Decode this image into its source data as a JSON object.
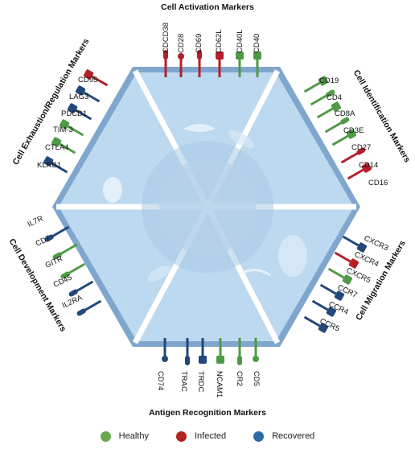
{
  "sections": {
    "top": "Cell Activation Markers",
    "top_right": "Cell Identification Markers",
    "bottom_right": "Cell Migration Markers",
    "bottom": "Antigen Recognition Markers",
    "bottom_left": "Cell Development Markers",
    "top_left": "Cell Exhaustion/Regulation Markers"
  },
  "markers": {
    "activation": [
      "CDCD38",
      "CD28",
      "CD69",
      "CD62L",
      "CD40L",
      "CD40"
    ],
    "identification": [
      "CD19",
      "CD4",
      "CD8A",
      "CD3E",
      "CD27",
      "CD14",
      "CD16"
    ],
    "migration": [
      "CXCR3",
      "CXCR4",
      "CXCR5",
      "CCR7",
      "CCR4",
      "CCR5"
    ],
    "antigen": [
      "CD74",
      "TRAC",
      "TRDC",
      "NCAM1",
      "CR2",
      "CD5"
    ],
    "development": [
      "IL7R",
      "CD7",
      "GITR",
      "CD45",
      "IL2RA"
    ],
    "exhaustion": [
      "CD95",
      "LAG3",
      "PDCD1",
      "TIM-3",
      "CTLA4",
      "KLRB1"
    ]
  },
  "legend": [
    {
      "label": "Healthy",
      "color": "#6aa84f"
    },
    {
      "label": "Infected",
      "color": "#b22222"
    },
    {
      "label": "Recovered",
      "color": "#2f6aa3"
    }
  ],
  "colors": {
    "healthy": "#4f9a45",
    "infected": "#b51f2a",
    "recovered": "#22477a",
    "cell_fill": "#bcd9f0",
    "cell_border": "#7fa6cd"
  }
}
